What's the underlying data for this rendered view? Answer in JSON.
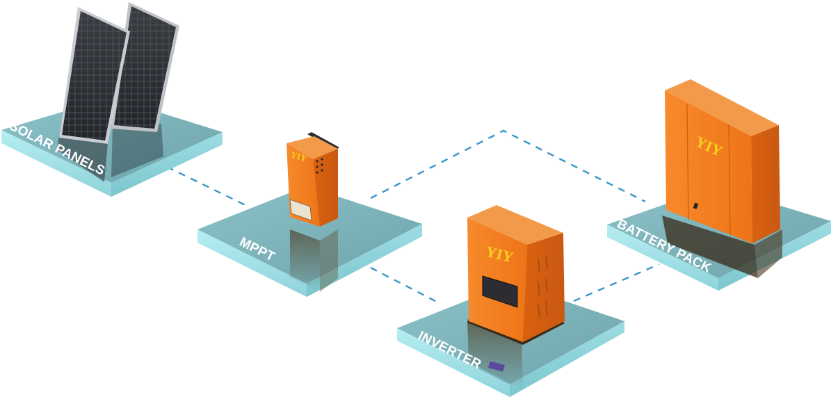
{
  "platforms": {
    "solar": {
      "label": "SOLAR PANELS"
    },
    "mppt": {
      "label": "MPPT"
    },
    "inverter": {
      "label": "INVERTER"
    },
    "battery": {
      "label": "BATTERY PACK"
    }
  },
  "brand": {
    "logo": "YIY"
  },
  "colors": {
    "platform_top": "#7fb7bd",
    "platform_edge": "#a8e3e8",
    "device_orange": "#f07a21",
    "connector": "#3a95c8",
    "logo": "#f5d21e"
  },
  "connections": [
    {
      "from": "SOLAR PANELS",
      "to": "MPPT"
    },
    {
      "from": "MPPT",
      "to": "BATTERY PACK"
    },
    {
      "from": "MPPT",
      "to": "INVERTER"
    },
    {
      "from": "INVERTER",
      "to": "BATTERY PACK"
    }
  ]
}
